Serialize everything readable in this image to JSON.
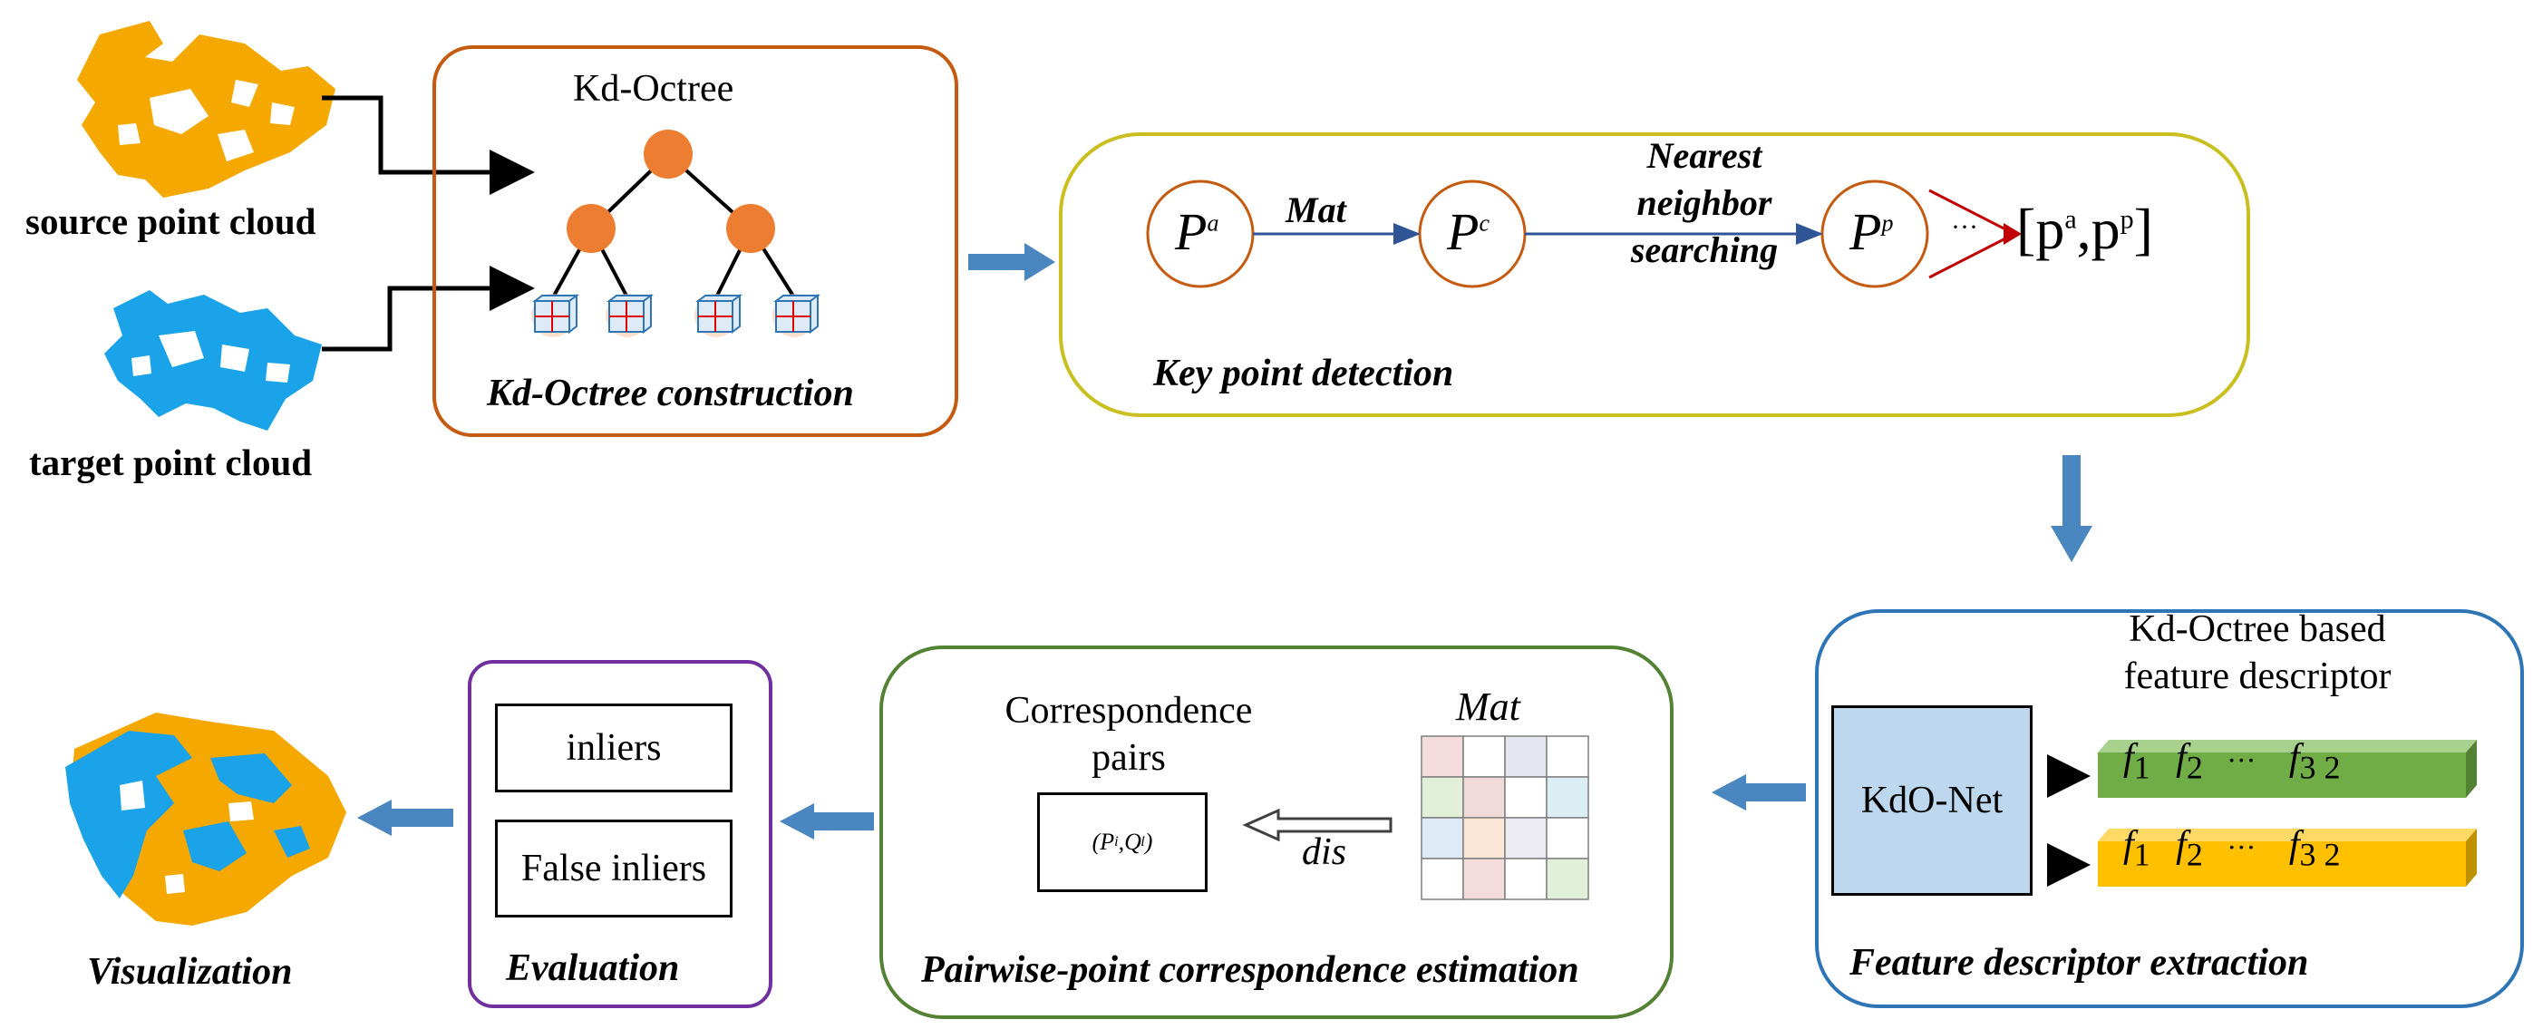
{
  "inputs": {
    "source_label": "source point cloud",
    "target_label": "target point cloud"
  },
  "stage_kd_octree": {
    "title": "Kd-Octree",
    "caption": "Kd-Octree construction"
  },
  "stage_key_point": {
    "caption": "Key point detection",
    "node_a": "P",
    "node_a_sup": "a",
    "node_c": "P",
    "node_c_sup": "c",
    "node_p": "P",
    "node_p_sup": "p",
    "edge_1": "Mat",
    "edge_2_line1": "Nearest",
    "edge_2_line2": "neighbor",
    "edge_2_line3": "searching",
    "ellipsis": "···",
    "output": "[p",
    "output_sup1": "a",
    "output_mid": ",p",
    "output_sup2": "p",
    "output_end": "]"
  },
  "stage_feature": {
    "caption": "Feature descriptor extraction",
    "title_line1": "Kd-Octree based",
    "title_line2": "feature descriptor",
    "net_label": "KdO-Net",
    "vec_f1": "f",
    "vec_f1_sub": "1",
    "vec_f2": "f",
    "vec_f2_sub": "2",
    "vec_dots": "···",
    "vec_f32": "f",
    "vec_f32_sub": "3 2"
  },
  "stage_correspondence": {
    "caption": "Pairwise-point correspondence estimation",
    "title_line1": "Correspondence",
    "title_line2": "pairs",
    "pair_formula": "(P",
    "pair_sub_i": "i",
    "pair_mid": ",Q",
    "pair_sup": "'",
    "pair_sub_i2": "i",
    "pair_end": ")",
    "matrix_label": "Mat",
    "arrow_label": "dis"
  },
  "stage_evaluation": {
    "caption": "Evaluation",
    "item_1": "inliers",
    "item_2": "False inliers"
  },
  "stage_visualization": {
    "caption": "Visualization"
  },
  "colors": {
    "source_cloud": "#F5A800",
    "target_cloud": "#1AA3E8",
    "kd_box_border": "#C55A11",
    "key_box_border": "#C9C020",
    "feature_box_border": "#2E75B6",
    "corr_box_border": "#548235",
    "eval_box_border": "#7030A0",
    "flow_arrow": "#4A86C0",
    "node_fill": "#ED7D31",
    "net_fill": "#BDD7EE",
    "vec_green": "#70AD47",
    "vec_yellow": "#FFC000"
  }
}
